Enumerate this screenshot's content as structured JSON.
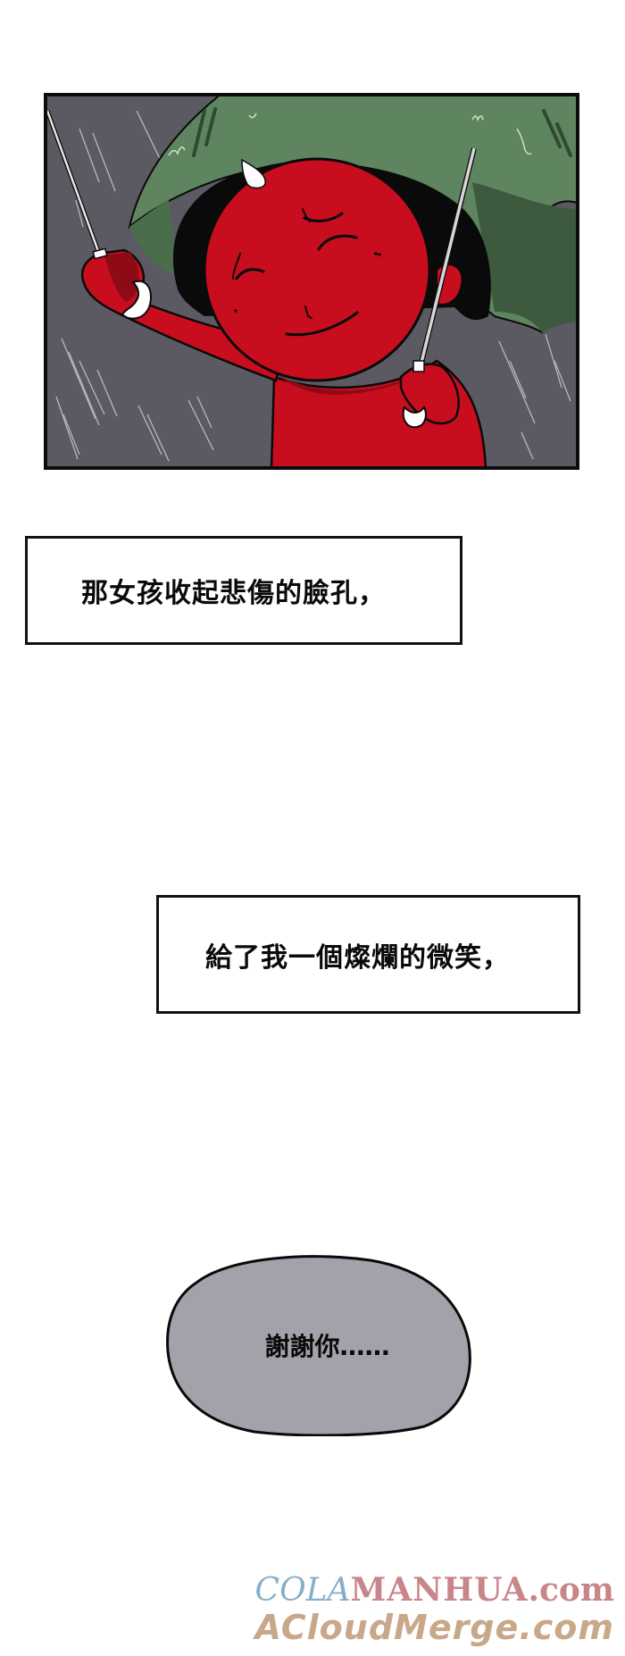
{
  "panel": {
    "description": "Red devil character with a small white horn, eyes closed and smiling, holding a green umbrella in the rain",
    "colors": {
      "background_rain": "#5b5a62",
      "umbrella": "#5e8460",
      "umbrella_shade": "#3d5a3f",
      "skin": "#c80d1e",
      "skin_shade": "#8e0a16",
      "hair": "#0a0a0a",
      "horn": "#ffffff",
      "border": "#0c0c0c"
    }
  },
  "captions": [
    {
      "text": "那女孩收起悲傷的臉孔，"
    },
    {
      "text": "給了我一個燦爛的微笑，"
    }
  ],
  "speech_bubble": {
    "text": "謝謝你……",
    "fill": "#a3a2aa",
    "stroke": "#0a0a0a"
  },
  "watermark": {
    "line1_part1": "COLA",
    "line1_part2": "MANHUA",
    "line1_part3": ".com",
    "line2": "ACloudMerge.com"
  }
}
